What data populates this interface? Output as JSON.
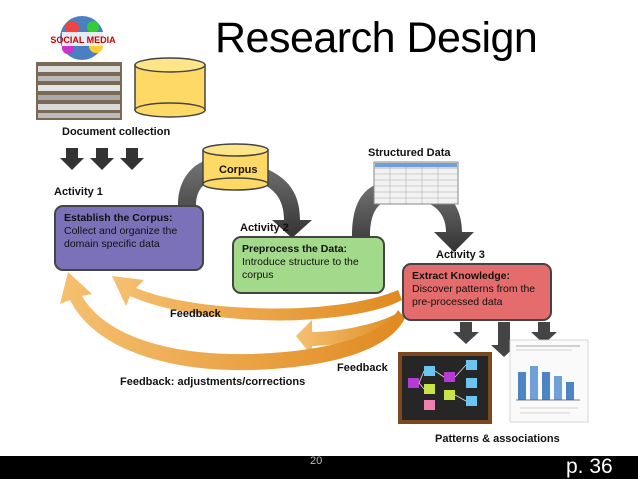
{
  "slide": {
    "title": "Research Design",
    "page_number": "20",
    "page_ref": "p. 36"
  },
  "logo": {
    "text": "SOCIAL MEDIA"
  },
  "labels": {
    "document_collection": "Document collection",
    "structured_data": "Structured Data",
    "corpus": "Corpus",
    "activity1": "Activity 1",
    "activity2": "Activity 2",
    "activity3": "Activity 3",
    "feedback1": "Feedback",
    "feedback2": "Feedback",
    "feedback_adjust": "Feedback: adjustments/corrections",
    "patterns": "Patterns & associations"
  },
  "boxes": {
    "box1": {
      "title": "Establish the Corpus:",
      "body": "Collect and organize the domain specific data"
    },
    "box2": {
      "title": "Preprocess the Data:",
      "body": "Introduce structure to the corpus"
    },
    "box3": {
      "title": "Extract Knowledge:",
      "body": "Discover patterns from the pre-processed data"
    }
  },
  "colors": {
    "box1": "#7b71b8",
    "box2": "#a3d98a",
    "box3": "#e46c6c",
    "flow_arrow": "#555555",
    "feedback_arrow": "#f0a040",
    "database": "#ffd966"
  }
}
